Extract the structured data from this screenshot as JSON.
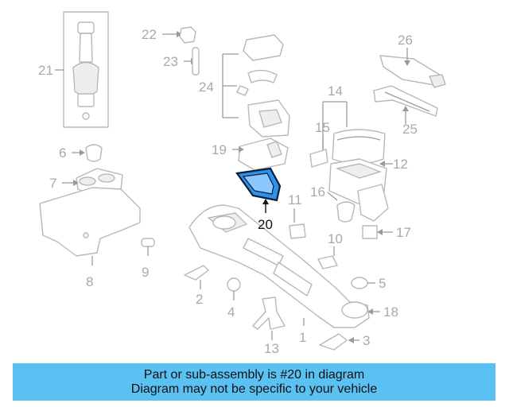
{
  "diagram": {
    "highlighted_part": "20",
    "callouts": [
      "1",
      "2",
      "3",
      "4",
      "5",
      "6",
      "7",
      "8",
      "9",
      "10",
      "11",
      "12",
      "13",
      "14",
      "15",
      "16",
      "17",
      "18",
      "19",
      "20",
      "21",
      "22",
      "23",
      "24",
      "25",
      "26"
    ],
    "colors": {
      "highlight": "#2b93ef",
      "line": "#b8b8b8",
      "banner": "#5bc0f2"
    }
  },
  "banner": {
    "line1": "Part or sub-assembly is #20 in diagram",
    "line2": "Diagram may not be specific to your vehicle"
  }
}
